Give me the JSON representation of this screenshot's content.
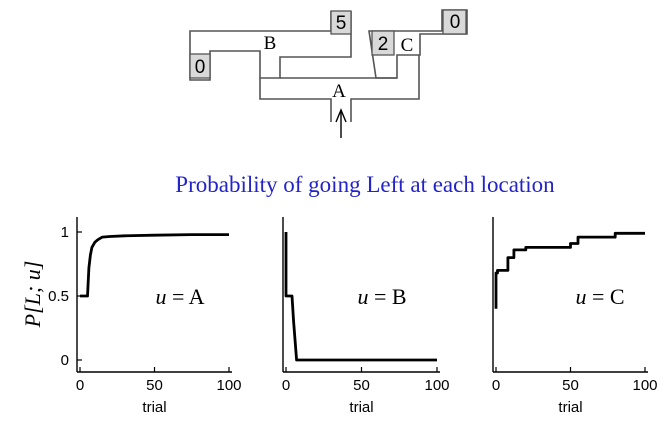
{
  "maze": {
    "labels": {
      "a": "A",
      "b": "B",
      "c": "C"
    },
    "rewards": {
      "far_left": "0",
      "b_right": "5",
      "c_left": "2",
      "far_right": "0"
    },
    "entry_arrow_icon": "arrow-up-icon"
  },
  "headline": "Probability of going Left at each location",
  "colors": {
    "headline": "#2323c8",
    "line": "#000000",
    "reward_box": "#d9d9d9"
  },
  "chart_data": [
    {
      "type": "line",
      "title": "",
      "panel_label": "u = A",
      "xlabel": "trial",
      "ylabel": "P[L; u]",
      "xlim": [
        0,
        100
      ],
      "ylim": [
        0,
        1
      ],
      "xticks": [
        "0",
        "50",
        "100"
      ],
      "yticks": [
        "0",
        "0.5",
        "1"
      ],
      "grid": false,
      "series": [
        {
          "x": [
            0,
            5,
            6,
            7,
            8,
            10,
            12,
            15,
            20,
            30,
            50,
            75,
            100
          ],
          "y": [
            0.5,
            0.5,
            0.72,
            0.82,
            0.88,
            0.92,
            0.94,
            0.96,
            0.965,
            0.97,
            0.975,
            0.98,
            0.98
          ]
        }
      ]
    },
    {
      "type": "line",
      "title": "",
      "panel_label": "u = B",
      "xlabel": "trial",
      "ylabel": "",
      "xlim": [
        0,
        100
      ],
      "ylim": [
        0,
        1
      ],
      "xticks": [
        "0",
        "50",
        "100"
      ],
      "yticks": [],
      "grid": false,
      "series": [
        {
          "x": [
            0,
            0,
            4,
            5,
            7,
            100
          ],
          "y": [
            1.0,
            0.5,
            0.5,
            0.3,
            0.0,
            0.0
          ]
        }
      ]
    },
    {
      "type": "line",
      "title": "",
      "panel_label": "u = C",
      "xlabel": "trial",
      "ylabel": "",
      "xlim": [
        0,
        100
      ],
      "ylim": [
        0,
        1
      ],
      "xticks": [
        "0",
        "50",
        "100"
      ],
      "yticks": [],
      "grid": false,
      "series": [
        {
          "x": [
            0,
            0,
            1,
            1,
            8,
            8,
            12,
            12,
            20,
            20,
            50,
            50,
            55,
            55,
            80,
            80,
            100
          ],
          "y": [
            0.4,
            0.68,
            0.68,
            0.7,
            0.7,
            0.8,
            0.8,
            0.86,
            0.86,
            0.88,
            0.88,
            0.91,
            0.91,
            0.96,
            0.96,
            0.99,
            0.99
          ]
        }
      ]
    }
  ]
}
